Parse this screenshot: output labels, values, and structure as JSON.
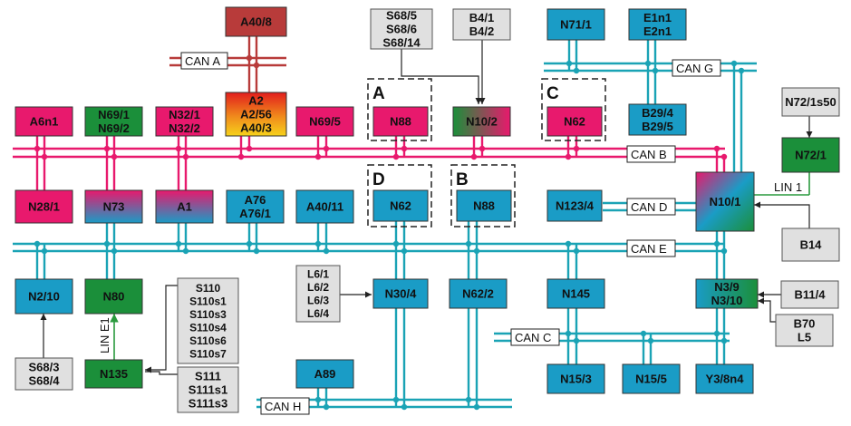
{
  "colors": {
    "pink": "#e8196d",
    "blue": "#1a9cc6",
    "green": "#1b8f3a",
    "darkred": "#b83b3a",
    "gray": "#e0e0e0",
    "bus_pink": "#e8196d",
    "bus_cyan": "#1aa3b5",
    "bus_red": "#b83b3a"
  },
  "buses": {
    "can_a": "CAN A",
    "can_b": "CAN B",
    "can_c": "CAN C",
    "can_d": "CAN D",
    "can_e": "CAN E",
    "can_g": "CAN G",
    "can_h": "CAN H",
    "lin_1": "LIN 1",
    "lin_e1": "LIN E1"
  },
  "groups": {
    "a": "A",
    "b": "B",
    "c": "C",
    "d": "D"
  },
  "modules": {
    "a40_8": [
      "A40/8"
    ],
    "a2": [
      "A2",
      "A2/56",
      "A40/3"
    ],
    "a6n1": [
      "A6n1"
    ],
    "n69_1": [
      "N69/1",
      "N69/2"
    ],
    "n32_1": [
      "N32/1",
      "N32/2"
    ],
    "n69_5": [
      "N69/5"
    ],
    "n88_top": [
      "N88"
    ],
    "n10_2": [
      "N10/2"
    ],
    "n62_top": [
      "N62"
    ],
    "s68_5": [
      "S68/5",
      "S68/6",
      "S68/14"
    ],
    "b4_1": [
      "B4/1",
      "B4/2"
    ],
    "n71_1": [
      "N71/1"
    ],
    "e1n1": [
      "E1n1",
      "E2n1"
    ],
    "b29_4": [
      "B29/4",
      "B29/5"
    ],
    "n72_1s50": [
      "N72/1s50"
    ],
    "n72_1": [
      "N72/1"
    ],
    "n28_1": [
      "N28/1"
    ],
    "n73": [
      "N73"
    ],
    "a1": [
      "A1"
    ],
    "a76": [
      "A76",
      "A76/1"
    ],
    "a40_11": [
      "A40/11"
    ],
    "n62_mid": [
      "N62"
    ],
    "n88_mid": [
      "N88"
    ],
    "n123_4": [
      "N123/4"
    ],
    "n10_1": [
      "N10/1"
    ],
    "b14": [
      "B14"
    ],
    "n2_10": [
      "N2/10"
    ],
    "n80": [
      "N80"
    ],
    "s110": [
      "S110",
      "S110s1",
      "S110s3",
      "S110s4",
      "S110s6",
      "S110s7"
    ],
    "l6_1": [
      "L6/1",
      "L6/2",
      "L6/3",
      "L6/4"
    ],
    "n30_4": [
      "N30/4"
    ],
    "n62_2": [
      "N62/2"
    ],
    "n145": [
      "N145"
    ],
    "n3_9": [
      "N3/9",
      "N3/10"
    ],
    "b11_4": [
      "B11/4"
    ],
    "b70": [
      "B70",
      "L5"
    ],
    "s68_3": [
      "S68/3",
      "S68/4"
    ],
    "n135": [
      "N135"
    ],
    "s111": [
      "S111",
      "S111s1",
      "S111s3"
    ],
    "a89": [
      "A89"
    ],
    "n15_3": [
      "N15/3"
    ],
    "n15_5": [
      "N15/5"
    ],
    "y3_8n4": [
      "Y3/8n4"
    ]
  }
}
